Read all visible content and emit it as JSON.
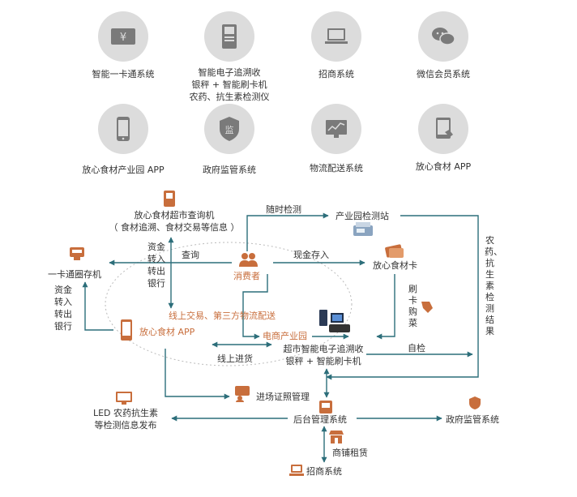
{
  "top_systems": [
    {
      "icon": "money-card-icon",
      "label_lines": [
        "智能一卡通系统"
      ]
    },
    {
      "icon": "kiosk-terminal-icon",
      "label_lines": [
        "智能电子追溯收",
        "银秤 + 智能刷卡机",
        "农药、抗生素检测仪"
      ]
    },
    {
      "icon": "laptop-icon",
      "label_lines": [
        "招商系统"
      ]
    },
    {
      "icon": "wechat-icon",
      "label_lines": [
        "微信会员系统"
      ]
    },
    {
      "icon": "mobile-app-icon",
      "label_lines": [
        "放心食材产业园 APP"
      ]
    },
    {
      "icon": "government-shield-icon",
      "label_lines": [
        "政府监管系统"
      ]
    },
    {
      "icon": "logistics-screen-icon",
      "label_lines": [
        "物流配送系统"
      ]
    },
    {
      "icon": "tablet-hand-icon",
      "label_lines": [
        "放心食材 APP"
      ]
    }
  ],
  "diagram": {
    "query_machine": [
      "放心食材超市查询机",
      "（ 食材追溯、食材交易等信息 ）"
    ],
    "random_check": "随时检测",
    "test_station": "产业园检测站",
    "query": "查询",
    "cash_deposit": "现金存入",
    "ecard_machine": "一卡通圈存机",
    "safe_food_card": "放心食材卡",
    "fund_transfer_1": [
      "资金",
      "转入",
      "转出",
      "银行"
    ],
    "fund_transfer_2": [
      "资金",
      "转入",
      "转出",
      "银行"
    ],
    "consumer": "消费者",
    "swipe_buy": "刷卡购菜",
    "test_result": "农药、抗生素检测结果",
    "online_trade": "线上交易、第三方物流配送",
    "safe_food_app": "放心食材 APP",
    "ecommerce_park": "电商产业园",
    "supermarket_scale": [
      "超市智能电子追溯收",
      "银秤 + 智能刷卡机"
    ],
    "self_check": "自检",
    "online_purchase": "线上进货",
    "license_mgmt": "进场证照管理",
    "led_release": [
      "LED 农药抗生素",
      "等检测信息发布"
    ],
    "backend": "后台管理系统",
    "gov_supervision": "政府监管系统",
    "shop_lease": "商铺租赁",
    "investment_system": "招商系统"
  },
  "colors": {
    "teal": "#2c6e7a",
    "orange": "#c86e3c",
    "icon_bg": "#dcdcdc",
    "icon_fg": "#7a7a7a"
  }
}
